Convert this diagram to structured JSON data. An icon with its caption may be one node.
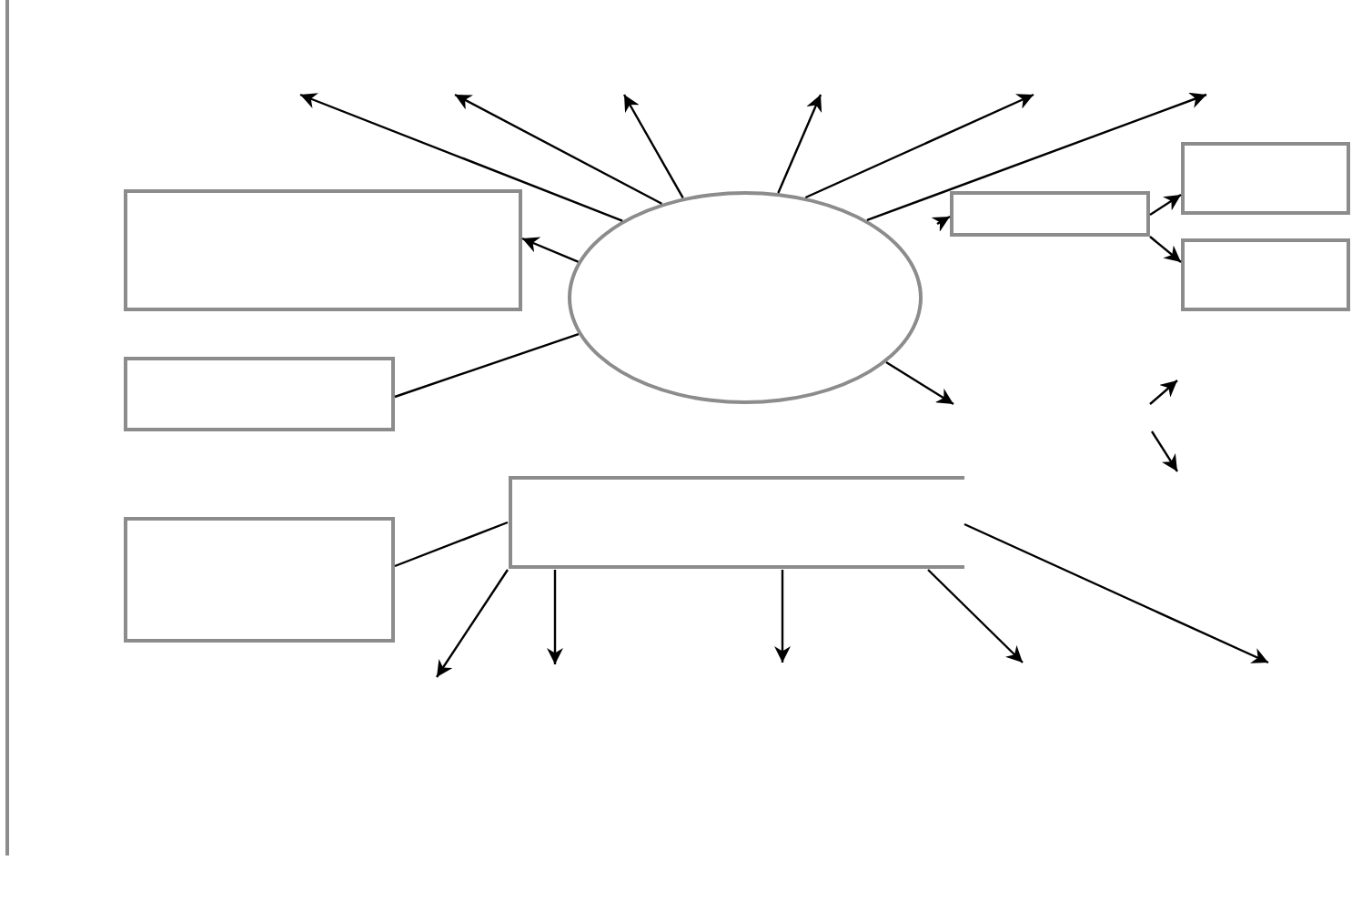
{
  "diagram": {
    "nodes": [
      {
        "text": [],
        "shape": "box"
      },
      {
        "text": [],
        "shape": "ellipse"
      },
      {
        "text": [],
        "shape": "box"
      },
      {
        "text": [],
        "shape": "box"
      },
      {
        "text": [],
        "shape": "box"
      },
      {
        "text": [],
        "shape": "box"
      },
      {
        "text": [],
        "shape": "box"
      },
      {
        "text": [],
        "shape": "box"
      }
    ],
    "edges": [
      {
        "from": 1,
        "to": null,
        "arrow": "to"
      },
      {
        "from": 1,
        "to": null,
        "arrow": "to"
      },
      {
        "from": 1,
        "to": null,
        "arrow": "to"
      },
      {
        "from": 1,
        "to": null,
        "arrow": "to"
      },
      {
        "from": 1,
        "to": null,
        "arrow": "to"
      },
      {
        "from": 1,
        "to": null,
        "arrow": "to"
      },
      {
        "from": 1,
        "to": 0,
        "arrow": "to"
      },
      {
        "from": 5,
        "to": 1,
        "arrow": "none"
      },
      {
        "from": 1,
        "to": null,
        "arrow": "to"
      },
      {
        "from": null,
        "to": 2,
        "arrow": "to"
      },
      {
        "from": 2,
        "to": 3,
        "arrow": "to"
      },
      {
        "from": 2,
        "to": 4,
        "arrow": "to"
      },
      {
        "from": 6,
        "to": 7,
        "arrow": "none"
      },
      {
        "from": 7,
        "to": null,
        "arrow": "to"
      },
      {
        "from": 7,
        "to": null,
        "arrow": "to"
      },
      {
        "from": 7,
        "to": null,
        "arrow": "to"
      },
      {
        "from": 7,
        "to": null,
        "arrow": "to"
      },
      {
        "from": 7,
        "to": null,
        "arrow": "to"
      }
    ]
  }
}
